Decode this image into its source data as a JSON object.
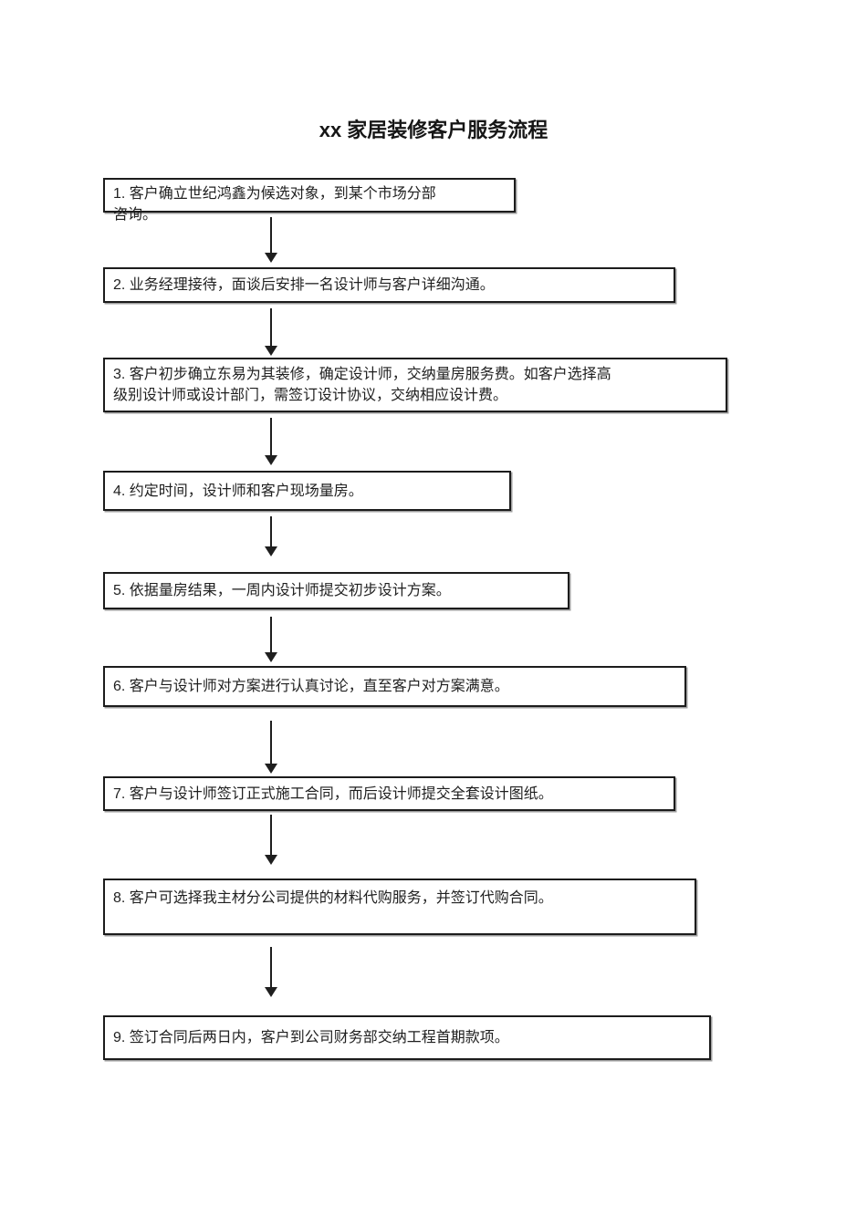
{
  "document": {
    "title": "xx 家居装修客户服务流程"
  },
  "flowchart": {
    "steps": [
      {
        "num": "1",
        "text": "1. 客户确立世纪鸿鑫为候选对象，到某个市场分部\n咨询。"
      },
      {
        "num": "2",
        "text": "2. 业务经理接待，面谈后安排一名设计师与客户详细沟通。"
      },
      {
        "num": "3",
        "text": "3. 客户初步确立东易为其装修，确定设计师，交纳量房服务费。如客户选择高\n级别设计师或设计部门，需签订设计协议，交纳相应设计费。"
      },
      {
        "num": "4",
        "text": "4. 约定时间，设计师和客户现场量房。"
      },
      {
        "num": "5",
        "text": "5. 依据量房结果，一周内设计师提交初步设计方案。"
      },
      {
        "num": "6",
        "text": "6. 客户与设计师对方案进行认真讨论，直至客户对方案满意。"
      },
      {
        "num": "7",
        "text": "7. 客户与设计师签订正式施工合同，而后设计师提交全套设计图纸。"
      },
      {
        "num": "8",
        "text": "8. 客户可选择我主材分公司提供的材料代购服务，并签订代购合同。"
      },
      {
        "num": "9",
        "text": "9. 签订合同后两日内，客户到公司财务部交纳工程首期款项。"
      }
    ],
    "colors": {
      "border": "#1c1c1c",
      "text": "#1f1f1f",
      "background": "#ffffff"
    }
  }
}
